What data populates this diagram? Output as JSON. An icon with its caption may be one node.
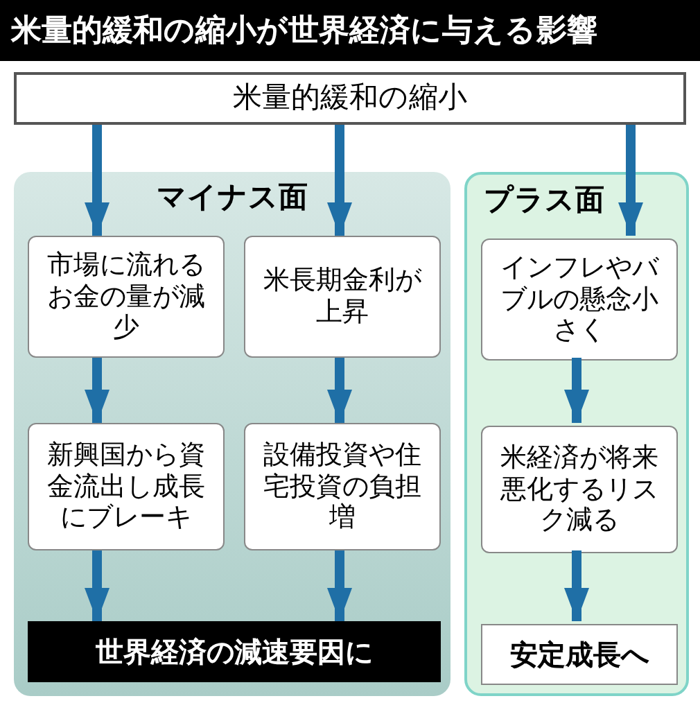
{
  "diagram": {
    "title": "米量的緩和の縮小が世界経済に与える影響",
    "nodes": [
      {
        "text": [
          "米量的緩和の縮小"
        ]
      },
      {
        "text": [
          "マイナス面"
        ]
      },
      {
        "text": [
          "市場に流れるお金の量が減少"
        ],
        "in": 1
      },
      {
        "text": [
          "米長期金利が上昇"
        ],
        "in": 1
      },
      {
        "text": [
          "新興国から資金流出し成長にブレーキ"
        ],
        "in": 1
      },
      {
        "text": [
          "設備投資や住宅投資の負担増"
        ],
        "in": 1
      },
      {
        "text": [
          "世界経済の減速要因に"
        ],
        "in": 1
      },
      {
        "text": [
          "プラス面"
        ]
      },
      {
        "text": [
          "インフレやバブルの懸念小さく"
        ],
        "in": 7
      },
      {
        "text": [
          "米経済が将来悪化するリスク減る"
        ],
        "in": 7
      },
      {
        "text": [
          "安定成長へ"
        ],
        "in": 7
      }
    ],
    "edges": [
      {
        "from": 0,
        "to": 2,
        "arrow": "to"
      },
      {
        "from": 0,
        "to": 3,
        "arrow": "to"
      },
      {
        "from": 0,
        "to": 8,
        "arrow": "to"
      },
      {
        "from": 2,
        "to": 4,
        "arrow": "to"
      },
      {
        "from": 3,
        "to": 5,
        "arrow": "to"
      },
      {
        "from": 4,
        "to": 6,
        "arrow": "to"
      },
      {
        "from": 5,
        "to": 6,
        "arrow": "to"
      },
      {
        "from": 8,
        "to": 9,
        "arrow": "to"
      },
      {
        "from": 9,
        "to": 10,
        "arrow": "to"
      }
    ]
  }
}
